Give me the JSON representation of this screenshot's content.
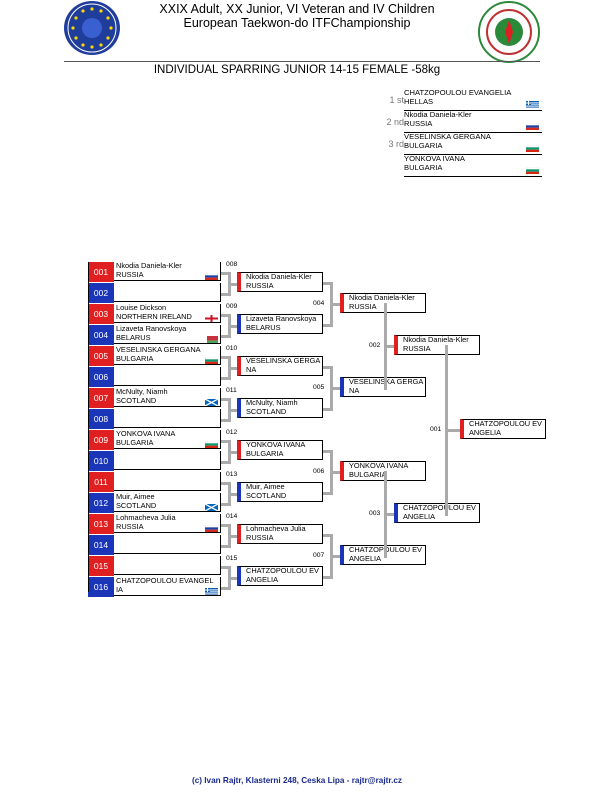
{
  "header": {
    "line1": "XXIX Adult, XX Junior, VI Veteran and IV Children",
    "line2": "European Taekwon-do ITFChampionship"
  },
  "subtitle": "INDIVIDUAL SPARRING JUNIOR 14-15 FEMALE -58kg",
  "medals": [
    {
      "place": "1 st",
      "name": "CHATZOPOULOU EVANGELIA",
      "country": "HELLAS",
      "flag": "greece-flag"
    },
    {
      "place": "2 nd",
      "name": "Nkodia Daniela-Kler",
      "country": "RUSSIA",
      "flag": "russia-flag"
    },
    {
      "place": "3 rd",
      "name": "VESELINSKA GERGANA",
      "country": "BULGARIA",
      "flag": "bulgaria-flag"
    },
    {
      "place": "",
      "name": "YONKOVA IVANA",
      "country": "BULGARIA",
      "flag": "bulgaria-flag"
    }
  ],
  "seeds": [
    "001",
    "002",
    "003",
    "004",
    "005",
    "006",
    "007",
    "008",
    "009",
    "010",
    "011",
    "012",
    "013",
    "014",
    "015",
    "016"
  ],
  "entries": [
    {
      "name": "Nkodia Daniela-Kler",
      "country": "RUSSIA",
      "flag": "russia-flag"
    },
    {
      "name": "",
      "country": "",
      "flag": ""
    },
    {
      "name": "Louise Dickson",
      "country": "NORTHERN IRELAND",
      "flag": "england-flag"
    },
    {
      "name": "Lizaveta Ranovskoya",
      "country": "BELARUS",
      "flag": "belarus-flag"
    },
    {
      "name": "VESELINSKA GERGANA",
      "country": "BULGARIA",
      "flag": "bulgaria-flag"
    },
    {
      "name": "",
      "country": "",
      "flag": ""
    },
    {
      "name": "McNulty, Niamh",
      "country": "SCOTLAND",
      "flag": "scotland-flag"
    },
    {
      "name": "",
      "country": "",
      "flag": ""
    },
    {
      "name": "YONKOVA IVANA",
      "country": "BULGARIA",
      "flag": "bulgaria-flag"
    },
    {
      "name": "",
      "country": "",
      "flag": ""
    },
    {
      "name": "",
      "country": "",
      "flag": ""
    },
    {
      "name": "Muir, Aimee",
      "country": "SCOTLAND",
      "flag": "scotland-flag"
    },
    {
      "name": "Lohmacheva Julia",
      "country": "RUSSIA",
      "flag": "russia-flag"
    },
    {
      "name": "",
      "country": "",
      "flag": ""
    },
    {
      "name": "",
      "country": "",
      "flag": ""
    },
    {
      "name": "CHATZOPOULOU EVANGEL",
      "country": "IA",
      "flag": "greece-flag"
    }
  ],
  "round1": [
    {
      "match": "008",
      "l1": "Nkodia Daniela-Kler",
      "l2": "RUSSIA",
      "corner": "red"
    },
    {
      "match": "009",
      "l1": "Lizaveta Ranovskoya",
      "l2": "BELARUS",
      "corner": "blue"
    },
    {
      "match": "010",
      "l1": "VESELINSKA GERGA",
      "l2": "NA",
      "corner": "red"
    },
    {
      "match": "011",
      "l1": "McNulty, Niamh",
      "l2": "SCOTLAND",
      "corner": "blue"
    },
    {
      "match": "012",
      "l1": "YONKOVA IVANA",
      "l2": "BULGARIA",
      "corner": "red"
    },
    {
      "match": "013",
      "l1": "Muir, Aimee",
      "l2": "SCOTLAND",
      "corner": "blue"
    },
    {
      "match": "014",
      "l1": "Lohmacheva Julia",
      "l2": "RUSSIA",
      "corner": "red"
    },
    {
      "match": "015",
      "l1": "CHATZOPOULOU EV",
      "l2": "ANGELIA",
      "corner": "blue"
    }
  ],
  "round2": [
    {
      "match": "004",
      "l1": "Nkodia Daniela-Kler",
      "l2": "RUSSIA",
      "corner": "red"
    },
    {
      "match": "005",
      "l1": "VESELINSKA GERGA",
      "l2": "NA",
      "corner": "blue"
    },
    {
      "match": "006",
      "l1": "YONKOVA IVANA",
      "l2": "BULGARIA",
      "corner": "red"
    },
    {
      "match": "007",
      "l1": "CHATZOPOULOU EV",
      "l2": "ANGELIA",
      "corner": "blue"
    }
  ],
  "round3": [
    {
      "match": "002",
      "l1": "Nkodia Daniela-Kler",
      "l2": "RUSSIA",
      "corner": "red"
    },
    {
      "match": "003",
      "l1": "CHATZOPOULOU EV",
      "l2": "ANGELIA",
      "corner": "blue"
    }
  ],
  "final": {
    "match": "001",
    "l1": "CHATZOPOULOU EV",
    "l2": "ANGELIA",
    "corner": "red"
  },
  "footer": "(c) Ivan Rajtr, Klasterni 248, Ceska Lipa - rajtr@rajtr.cz",
  "colors": {
    "red": "#e02020",
    "blue": "#1a35b8",
    "connector": "#aaaaaa"
  }
}
